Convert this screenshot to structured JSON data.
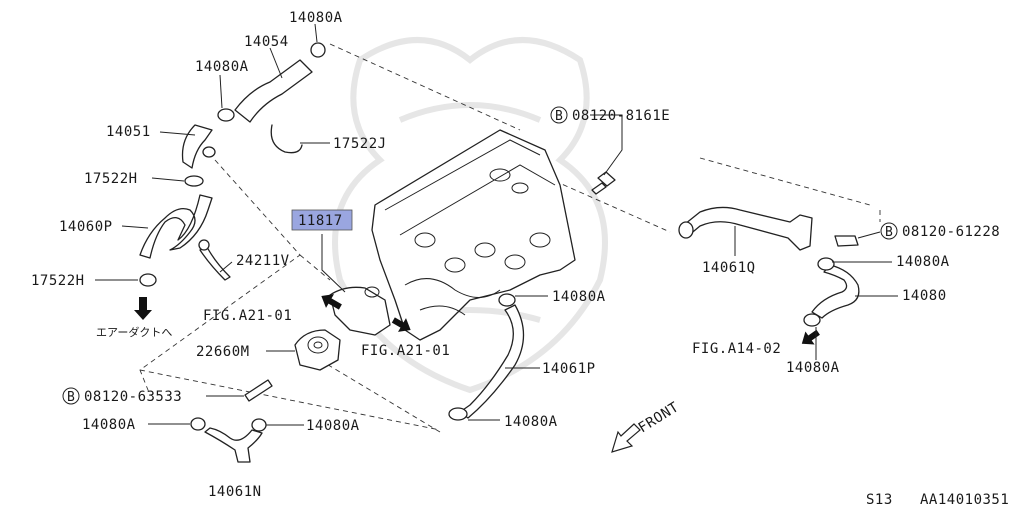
{
  "labels": {
    "p14080A_top": "14080A",
    "p14054": "14054",
    "p14080A_left": "14080A",
    "p14051": "14051",
    "p17522J": "17522J",
    "p17522H_upper": "17522H",
    "p14060P": "14060P",
    "p24211V": "24211V",
    "p17522H_lower": "17522H",
    "jp_air_duct": "エアーダクトへ",
    "fig_a21_01_left": "FIG.A21-01",
    "p11817": "11817",
    "fig_a21_01_right": "FIG.A21-01",
    "p22660M": "22660M",
    "bolt_63533": "08120-63533",
    "p14080A_bl": "14080A",
    "p14080A_bc": "14080A",
    "p14061N": "14061N",
    "bolt_8161E": "08120-8161E",
    "bolt_61228": "08120-61228",
    "p14061Q": "14061Q",
    "p14080A_r1": "14080A",
    "p14080": "14080",
    "p14080A_mid": "14080A",
    "fig_a14_02": "FIG.A14-02",
    "p14080A_r2": "14080A",
    "p14061P": "14061P",
    "p14080A_bottom": "14080A",
    "front": "FRONT",
    "bolt_symbol": "B"
  },
  "footer": {
    "model": "S13",
    "diagram_id": "AA14010351"
  },
  "colors": {
    "highlight": "#9aa6e0",
    "line": "#222222"
  }
}
